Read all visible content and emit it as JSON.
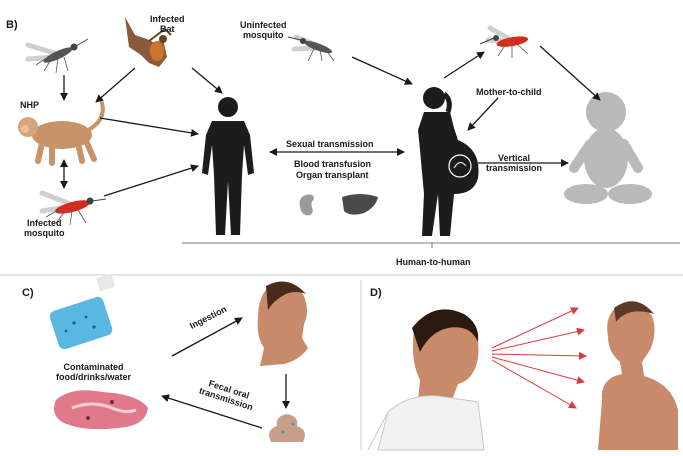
{
  "panels": {
    "b": {
      "letter": "B)",
      "labels": {
        "infected_bat": "Infected\nBat",
        "uninfected_mosquito": "Uninfected\nmosquito",
        "nhp": "NHP",
        "infected_mosquito": "Infected\nmosquito",
        "sexual_transmission": "Sexual transmission",
        "blood_transfusion": "Blood transfusion",
        "organ_transplant": "Organ transplant",
        "mother_to_child": "Mother-to-child",
        "vertical_transmission": "Vertical\ntransmission",
        "human_to_human": "Human-to-human"
      }
    },
    "c": {
      "letter": "C)",
      "labels": {
        "contaminated": "Contaminated\nfood/drinks/water",
        "ingestion": "Ingestion",
        "fecal_oral": "Fecal oral\ntransmission"
      }
    },
    "d": {
      "letter": "D)"
    }
  },
  "colors": {
    "silhouette": "#1c1c1c",
    "baby": "#b9b9b9",
    "monkey": "#c9936a",
    "mosquito_blood": "#d42c1e",
    "bat": "#8a5a3a",
    "skin": "#c98a6a",
    "droplet_arrows": "#d93a3a",
    "bottle_liquid": "#5ab8e0",
    "meat": "#e07a8a",
    "divider": "#cccccc"
  },
  "icons": [
    "mosquito-icon",
    "bat-icon",
    "monkey-icon",
    "human-silhouette-icon",
    "pregnant-woman-icon",
    "baby-icon",
    "kidney-icon",
    "liver-icon",
    "water-bottle-icon",
    "meat-icon",
    "stool-icon"
  ]
}
